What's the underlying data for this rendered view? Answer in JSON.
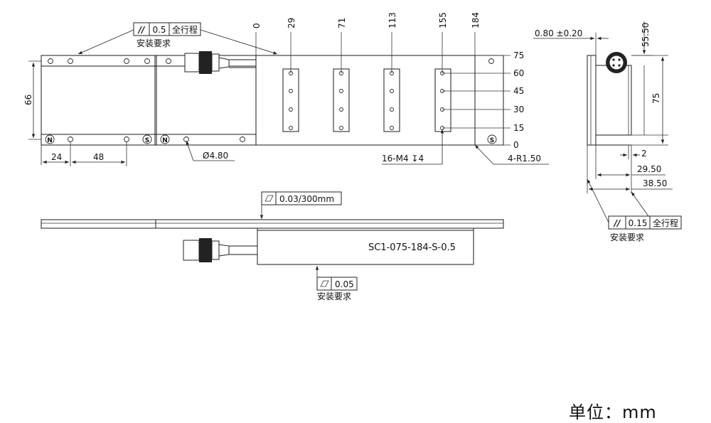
{
  "top_view": {
    "position_labels": [
      "0",
      "29",
      "71",
      "113",
      "155",
      "184"
    ],
    "height_labels": [
      "75",
      "60",
      "45",
      "30",
      "15",
      "0"
    ],
    "dim_66": "66",
    "dim_24": "24",
    "dim_48": "48",
    "hole_dia": "Ø4.80",
    "thread_note": "16-M4 ↧4",
    "radius_note": "4-R1.50",
    "pole_n": "N",
    "pole_s": "S",
    "tolerance": {
      "symbol": "//",
      "value": "0.5",
      "note": "全行程"
    },
    "install_req": "安装要求"
  },
  "front_view": {
    "flatness_top": "0.03/300mm",
    "flatness_bottom": "0.05",
    "install_req": "安装要求",
    "model": "SC1-075-184-S-0.5"
  },
  "side_view": {
    "dim_thickness": "0.80 ±0.20",
    "dim_55": "55.50",
    "dim_75": "75",
    "dim_2": "2",
    "dim_29": "29.50",
    "dim_38": "38.50",
    "tolerance": {
      "symbol": "//",
      "value": "0.15",
      "note": "全行程"
    },
    "install_req": "安装要求"
  },
  "unit_label": "单位：mm"
}
